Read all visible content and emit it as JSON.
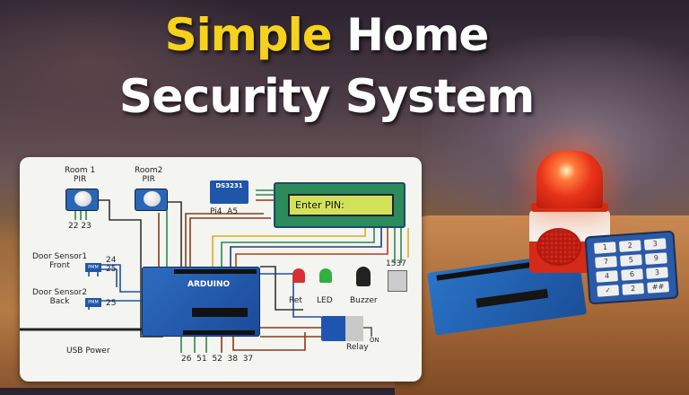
{
  "title": {
    "line1_highlight": "Simple",
    "line1_rest": "Home",
    "line2": "Security System",
    "highlight_color": "#f6d21c"
  },
  "diagram": {
    "room1_pir": "Room 1\nPIR",
    "room1_pins": "22 23",
    "room2_pir": "Room2\nPIR",
    "rtc": "DS3231",
    "rtc_pins": "Pi4  A5",
    "lcd_text": "Enter PIN:",
    "door1_label": "Door Sensor1\nFront",
    "door1_pins": "24\n25",
    "door2_label": "Door Sensor2\nBack",
    "door2_pins": "25",
    "door_module": "PMM",
    "arduino": "ARDUINO",
    "led_red": "Ret",
    "led_green": "LED",
    "buzzer": "Buzzer",
    "module_1537": "1537",
    "relay": "Relay",
    "relay_on": "ON",
    "usb": "USB Power",
    "bottom_pins": "26  51  52  38  37"
  },
  "keypad": {
    "keys": [
      "1",
      "2",
      "3",
      "7",
      "5",
      "9",
      "4",
      "6",
      "3",
      "✓",
      "2",
      "##"
    ]
  }
}
